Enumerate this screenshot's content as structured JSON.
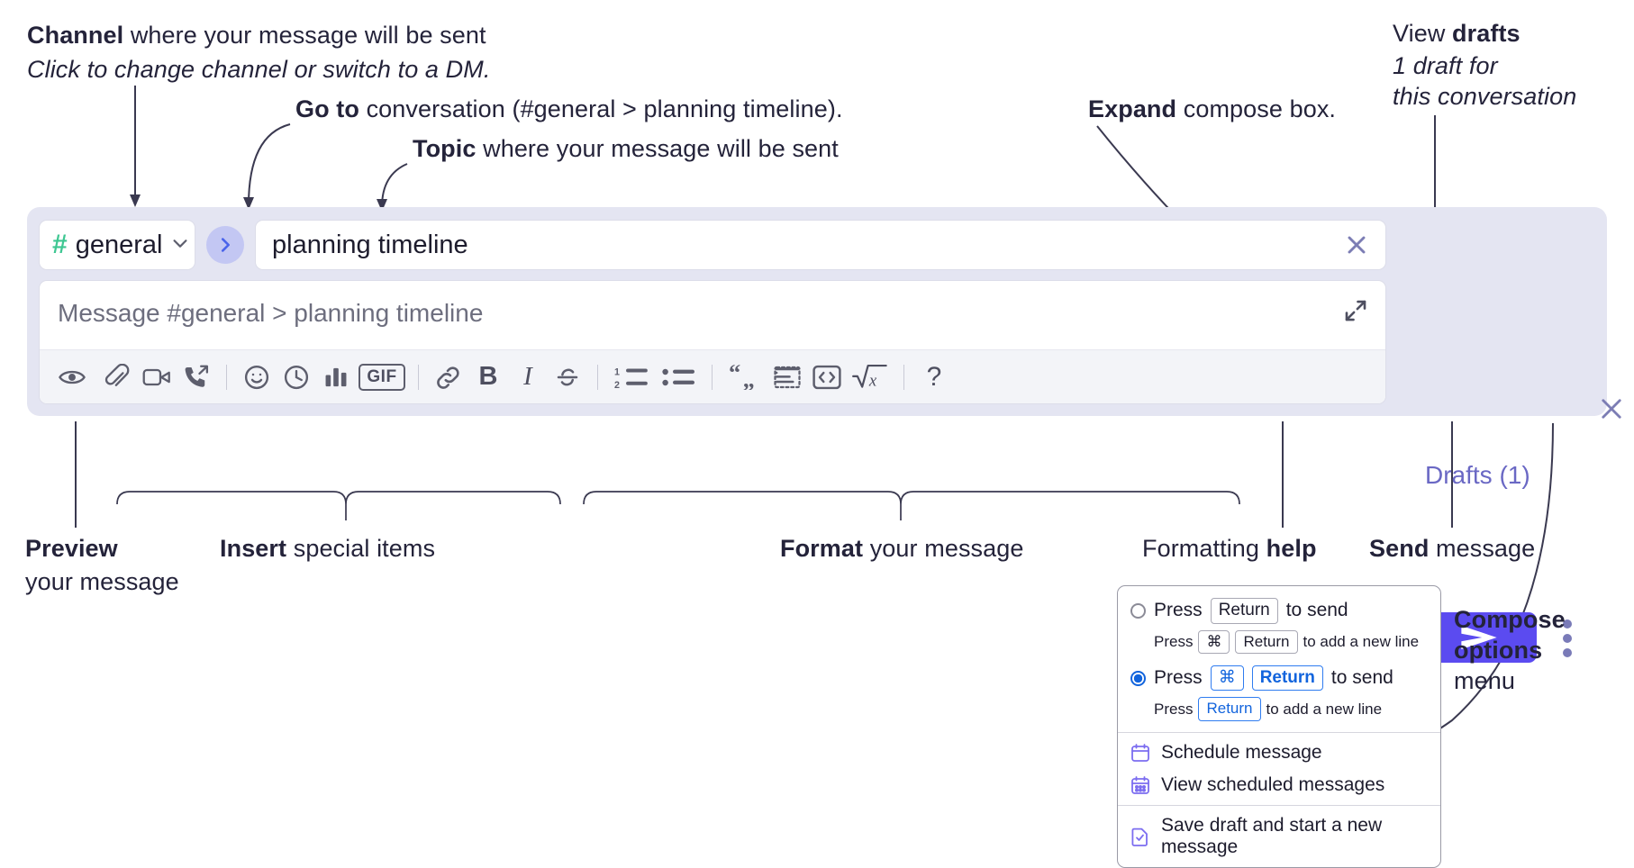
{
  "annotations": {
    "channel": {
      "bold": "Channel",
      "rest": " where your message will be sent",
      "sub": "Click to change channel or switch to a DM."
    },
    "goto": {
      "bold": "Go to",
      "rest": " conversation (#general > planning timeline)."
    },
    "topic": {
      "bold": "Topic",
      "rest": " where your message will be sent"
    },
    "expand": {
      "bold": "Expand",
      "rest": " compose box."
    },
    "drafts": {
      "prefix": "View ",
      "bold": "drafts",
      "sub1": "1 draft for",
      "sub2": "this conversation"
    },
    "preview": {
      "bold": "Preview",
      "sub": "your message"
    },
    "insert": {
      "bold": "Insert",
      "rest": " special items"
    },
    "format": {
      "bold": "Format",
      "rest": " your message"
    },
    "help": {
      "prefix": "Formatting ",
      "bold": "help"
    },
    "send": {
      "bold": "Send",
      "rest": " message"
    },
    "compose_options": {
      "l1": "Compose",
      "l2": "options",
      "l3": "menu"
    }
  },
  "compose": {
    "channel_name": "general",
    "channel_hash_icon": "hash-icon",
    "channel_chevron_icon": "chevron-down-icon",
    "goto_icon": "chevron-right-icon",
    "topic_value": "planning timeline",
    "topic_clear_icon": "close-icon",
    "message_placeholder": "Message #general > planning timeline",
    "expand_icon": "expand-icon",
    "drafts_label": "Drafts (1)",
    "close_icon": "close-icon",
    "send_icon": "send-paper-plane-icon",
    "options_icon": "vertical-dots-icon",
    "accent_send_color": "#5b4bf0",
    "panel_color": "#e4e5f2",
    "hash_color": "#3ec792",
    "drafts_text_color": "#6a68c4"
  },
  "toolbar": {
    "groups": [
      {
        "name": "preview",
        "items": [
          {
            "name": "preview-eye-icon",
            "label": "Preview"
          }
        ]
      },
      {
        "name": "insert",
        "items": [
          {
            "name": "attachment-paperclip-icon",
            "label": "Attach file"
          },
          {
            "name": "video-camera-icon",
            "label": "Video clip"
          },
          {
            "name": "audio-call-icon",
            "label": "Audio clip"
          }
        ]
      },
      {
        "name": "insert-extra",
        "items": [
          {
            "name": "emoji-smiley-icon",
            "label": "Emoji"
          },
          {
            "name": "clock-icon",
            "label": "Reminder"
          },
          {
            "name": "poll-bars-icon",
            "label": "Poll"
          },
          {
            "name": "gif-icon",
            "label": "GIF"
          }
        ]
      },
      {
        "name": "format-inline",
        "items": [
          {
            "name": "link-icon",
            "label": "Link"
          },
          {
            "name": "bold-icon",
            "label": "B"
          },
          {
            "name": "italic-icon",
            "label": "I"
          },
          {
            "name": "strikethrough-icon",
            "label": "Strikethrough"
          }
        ]
      },
      {
        "name": "format-lists",
        "items": [
          {
            "name": "ordered-list-icon",
            "label": "Ordered list"
          },
          {
            "name": "bulleted-list-icon",
            "label": "Bulleted list"
          }
        ]
      },
      {
        "name": "format-blocks",
        "items": [
          {
            "name": "blockquote-icon",
            "label": "Blockquote"
          },
          {
            "name": "code-block-icon",
            "label": "Code block"
          },
          {
            "name": "inline-code-icon",
            "label": "Code"
          },
          {
            "name": "math-sqrt-icon",
            "label": "Math"
          }
        ]
      },
      {
        "name": "help",
        "items": [
          {
            "name": "question-mark-icon",
            "label": "?"
          }
        ]
      }
    ],
    "gif_text": "GIF",
    "bold_text": "B",
    "italic_text": "I",
    "help_text": "?"
  },
  "options_menu": {
    "radio_options": [
      {
        "selected": false,
        "pre": "Press",
        "keys": [
          "Return"
        ],
        "post": "to send",
        "sub_pre": "Press",
        "sub_keys": [
          "⌘",
          "Return"
        ],
        "sub_post": "to add a new line"
      },
      {
        "selected": true,
        "pre": "Press",
        "keys": [
          "⌘",
          "Return"
        ],
        "post": "to send",
        "sub_pre": "Press",
        "sub_keys": [
          "Return"
        ],
        "sub_post": "to add a new line"
      }
    ],
    "items": [
      {
        "icon": "calendar-clock-icon",
        "label": "Schedule message"
      },
      {
        "icon": "calendar-grid-icon",
        "label": "View scheduled messages"
      },
      {
        "icon": "save-draft-icon",
        "label": "Save draft and start a new message"
      }
    ]
  }
}
